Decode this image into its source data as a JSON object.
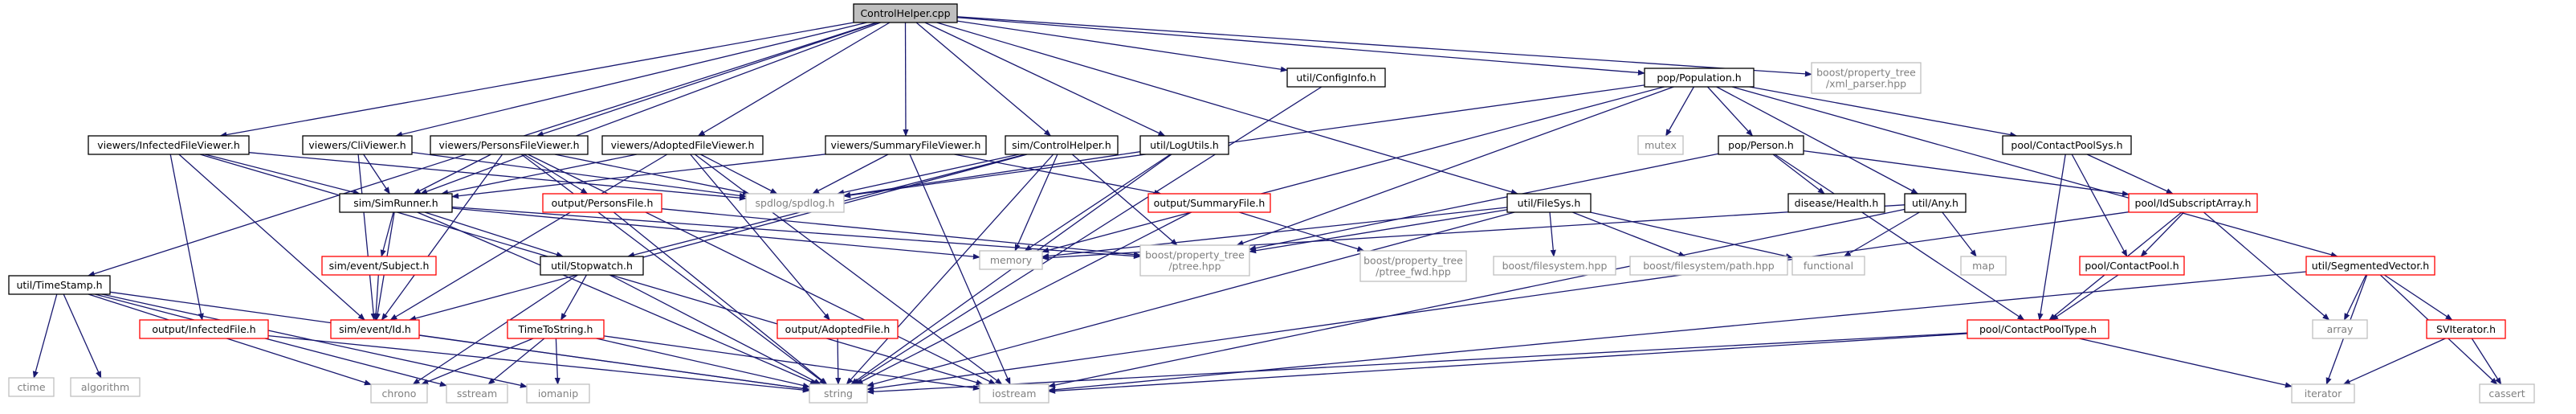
{
  "graph": {
    "title": "ControlHelper.cpp",
    "nodes": [
      {
        "id": "root",
        "label": "ControlHelper.cpp",
        "style": "root"
      },
      {
        "id": "timestamp",
        "label": "util/TimeStamp.h",
        "style": "doc"
      },
      {
        "id": "infviewer",
        "label": "viewers/InfectedFileViewer.h",
        "style": "doc"
      },
      {
        "id": "cliviewer",
        "label": "viewers/CliViewer.h",
        "style": "doc"
      },
      {
        "id": "persviewer",
        "label": "viewers/PersonsFileViewer.h",
        "style": "doc"
      },
      {
        "id": "adoptviewer",
        "label": "viewers/AdoptedFileViewer.h",
        "style": "doc"
      },
      {
        "id": "sumviewer",
        "label": "viewers/SummaryFileViewer.h",
        "style": "doc"
      },
      {
        "id": "simctrl",
        "label": "sim/ControlHelper.h",
        "style": "doc"
      },
      {
        "id": "logutils",
        "label": "util/LogUtils.h",
        "style": "doc"
      },
      {
        "id": "configinfo",
        "label": "util/ConfigInfo.h",
        "style": "doc"
      },
      {
        "id": "population",
        "label": "pop/Population.h",
        "style": "doc"
      },
      {
        "id": "xmlparser",
        "label": "boost/property_tree\n/xml_parser.hpp",
        "style": "ext"
      },
      {
        "id": "filesys",
        "label": "util/FileSys.h",
        "style": "doc"
      },
      {
        "id": "person",
        "label": "pop/Person.h",
        "style": "doc"
      },
      {
        "id": "mutex",
        "label": "mutex",
        "style": "ext"
      },
      {
        "id": "health",
        "label": "disease/Health.h",
        "style": "doc"
      },
      {
        "id": "any",
        "label": "util/Any.h",
        "style": "doc"
      },
      {
        "id": "cpsys",
        "label": "pool/ContactPoolSys.h",
        "style": "doc"
      },
      {
        "id": "idsub",
        "label": "pool/IdSubscriptArray.h",
        "style": "missing"
      },
      {
        "id": "segvec",
        "label": "util/SegmentedVector.h",
        "style": "missing"
      },
      {
        "id": "simrunner",
        "label": "sim/SimRunner.h",
        "style": "doc"
      },
      {
        "id": "spdlog",
        "label": "spdlog/spdlog.h",
        "style": "ext"
      },
      {
        "id": "outpers",
        "label": "output/PersonsFile.h",
        "style": "missing"
      },
      {
        "id": "outsum",
        "label": "output/SummaryFile.h",
        "style": "missing"
      },
      {
        "id": "memory",
        "label": "memory",
        "style": "ext"
      },
      {
        "id": "ptree",
        "label": "boost/property_tree\n/ptree.hpp",
        "style": "ext"
      },
      {
        "id": "ptreefwd",
        "label": "boost/property_tree\n/ptree_fwd.hpp",
        "style": "ext"
      },
      {
        "id": "bfs",
        "label": "boost/filesystem.hpp",
        "style": "ext"
      },
      {
        "id": "bfspath",
        "label": "boost/filesystem/path.hpp",
        "style": "ext"
      },
      {
        "id": "functional",
        "label": "functional",
        "style": "ext"
      },
      {
        "id": "map",
        "label": "map",
        "style": "ext"
      },
      {
        "id": "cpool",
        "label": "pool/ContactPool.h",
        "style": "missing"
      },
      {
        "id": "array",
        "label": "array",
        "style": "ext"
      },
      {
        "id": "svit",
        "label": "SVIterator.h",
        "style": "missing"
      },
      {
        "id": "subject",
        "label": "sim/event/Subject.h",
        "style": "missing"
      },
      {
        "id": "stopwatch",
        "label": "util/Stopwatch.h",
        "style": "doc"
      },
      {
        "id": "outinf",
        "label": "output/InfectedFile.h",
        "style": "missing"
      },
      {
        "id": "eventid",
        "label": "sim/event/Id.h",
        "style": "missing"
      },
      {
        "id": "tostring",
        "label": "TimeToString.h",
        "style": "missing"
      },
      {
        "id": "outadopt",
        "label": "output/AdoptedFile.h",
        "style": "missing"
      },
      {
        "id": "cptype",
        "label": "pool/ContactPoolType.h",
        "style": "missing"
      },
      {
        "id": "ctime",
        "label": "ctime",
        "style": "ext"
      },
      {
        "id": "algorithm",
        "label": "algorithm",
        "style": "ext"
      },
      {
        "id": "chrono",
        "label": "chrono",
        "style": "ext"
      },
      {
        "id": "sstream",
        "label": "sstream",
        "style": "ext"
      },
      {
        "id": "iomanip",
        "label": "iomanip",
        "style": "ext"
      },
      {
        "id": "string",
        "label": "string",
        "style": "ext"
      },
      {
        "id": "iostream",
        "label": "iostream",
        "style": "ext"
      },
      {
        "id": "iterator",
        "label": "iterator",
        "style": "ext"
      },
      {
        "id": "cassert",
        "label": "cassert",
        "style": "ext"
      }
    ],
    "edges": [
      [
        "root",
        "timestamp"
      ],
      [
        "root",
        "infviewer"
      ],
      [
        "root",
        "cliviewer"
      ],
      [
        "root",
        "persviewer"
      ],
      [
        "root",
        "adoptviewer"
      ],
      [
        "root",
        "sumviewer"
      ],
      [
        "root",
        "simctrl"
      ],
      [
        "root",
        "logutils"
      ],
      [
        "root",
        "configinfo"
      ],
      [
        "root",
        "population"
      ],
      [
        "root",
        "xmlparser"
      ],
      [
        "root",
        "filesys"
      ],
      [
        "root",
        "simrunner"
      ],
      [
        "timestamp",
        "ctime"
      ],
      [
        "timestamp",
        "algorithm"
      ],
      [
        "timestamp",
        "chrono"
      ],
      [
        "timestamp",
        "sstream"
      ],
      [
        "timestamp",
        "iomanip"
      ],
      [
        "timestamp",
        "string"
      ],
      [
        "infviewer",
        "simrunner"
      ],
      [
        "infviewer",
        "spdlog"
      ],
      [
        "infviewer",
        "outinf"
      ],
      [
        "infviewer",
        "eventid"
      ],
      [
        "infviewer",
        "iostream"
      ],
      [
        "cliviewer",
        "simrunner"
      ],
      [
        "cliviewer",
        "spdlog"
      ],
      [
        "cliviewer",
        "eventid"
      ],
      [
        "persviewer",
        "simrunner"
      ],
      [
        "persviewer",
        "spdlog"
      ],
      [
        "persviewer",
        "outpers"
      ],
      [
        "persviewer",
        "eventid"
      ],
      [
        "persviewer",
        "iostream"
      ],
      [
        "persviewer",
        "string"
      ],
      [
        "adoptviewer",
        "simrunner"
      ],
      [
        "adoptviewer",
        "spdlog"
      ],
      [
        "adoptviewer",
        "outadopt"
      ],
      [
        "adoptviewer",
        "eventid"
      ],
      [
        "adoptviewer",
        "iostream"
      ],
      [
        "sumviewer",
        "simrunner"
      ],
      [
        "sumviewer",
        "spdlog"
      ],
      [
        "sumviewer",
        "outsum"
      ],
      [
        "sumviewer",
        "iostream"
      ],
      [
        "simctrl",
        "memory"
      ],
      [
        "simctrl",
        "string"
      ],
      [
        "simctrl",
        "stopwatch"
      ],
      [
        "simctrl",
        "eventid"
      ],
      [
        "simctrl",
        "ptree"
      ],
      [
        "simctrl",
        "spdlog"
      ],
      [
        "logutils",
        "spdlog"
      ],
      [
        "logutils",
        "memory"
      ],
      [
        "logutils",
        "string"
      ],
      [
        "configinfo",
        "string"
      ],
      [
        "population",
        "spdlog"
      ],
      [
        "population",
        "mutex"
      ],
      [
        "population",
        "person"
      ],
      [
        "population",
        "any"
      ],
      [
        "population",
        "cpsys"
      ],
      [
        "population",
        "segvec"
      ],
      [
        "population",
        "ptree"
      ],
      [
        "population",
        "memory"
      ],
      [
        "filesys",
        "ptree"
      ],
      [
        "filesys",
        "bfs"
      ],
      [
        "filesys",
        "bfspath"
      ],
      [
        "filesys",
        "functional"
      ],
      [
        "filesys",
        "string"
      ],
      [
        "filesys",
        "memory"
      ],
      [
        "person",
        "health"
      ],
      [
        "person",
        "idsub"
      ],
      [
        "person",
        "cptype"
      ],
      [
        "person",
        "ptree"
      ],
      [
        "any",
        "memory"
      ],
      [
        "any",
        "functional"
      ],
      [
        "any",
        "map"
      ],
      [
        "any",
        "iostream"
      ],
      [
        "cpsys",
        "idsub"
      ],
      [
        "cpsys",
        "cpool"
      ],
      [
        "cpsys",
        "cptype"
      ],
      [
        "idsub",
        "cpool"
      ],
      [
        "idsub",
        "cptype"
      ],
      [
        "idsub",
        "array"
      ],
      [
        "idsub",
        "string"
      ],
      [
        "segvec",
        "array"
      ],
      [
        "segvec",
        "svit"
      ],
      [
        "segvec",
        "iterator"
      ],
      [
        "segvec",
        "cassert"
      ],
      [
        "segvec",
        "iostream"
      ],
      [
        "simrunner",
        "memory"
      ],
      [
        "simrunner",
        "ptree"
      ],
      [
        "simrunner",
        "subject"
      ],
      [
        "simrunner",
        "stopwatch"
      ],
      [
        "simrunner",
        "eventid"
      ],
      [
        "simrunner",
        "string"
      ],
      [
        "outpers",
        "ptree"
      ],
      [
        "outpers",
        "string"
      ],
      [
        "outsum",
        "ptreefwd"
      ],
      [
        "outsum",
        "string"
      ],
      [
        "cpool",
        "cptype"
      ],
      [
        "svit",
        "iterator"
      ],
      [
        "svit",
        "cassert"
      ],
      [
        "subject",
        "eventid"
      ],
      [
        "stopwatch",
        "chrono"
      ],
      [
        "stopwatch",
        "tostring"
      ],
      [
        "stopwatch",
        "string"
      ],
      [
        "outinf",
        "string"
      ],
      [
        "eventid",
        "string"
      ],
      [
        "tostring",
        "chrono"
      ],
      [
        "tostring",
        "sstream"
      ],
      [
        "tostring",
        "iomanip"
      ],
      [
        "tostring",
        "string"
      ],
      [
        "tostring",
        "iostream"
      ],
      [
        "outadopt",
        "string"
      ],
      [
        "cptype",
        "string"
      ],
      [
        "cptype",
        "iostream"
      ],
      [
        "cptype",
        "iterator"
      ]
    ]
  },
  "colors": {
    "edge": "#191970",
    "root_fill": "#bfbfbf",
    "root_border": "#000000",
    "doc_border": "#000000",
    "missing_border": "#ff0000",
    "external_border": "#bfbfbf",
    "external_text": "#808080",
    "text": "#000000"
  }
}
